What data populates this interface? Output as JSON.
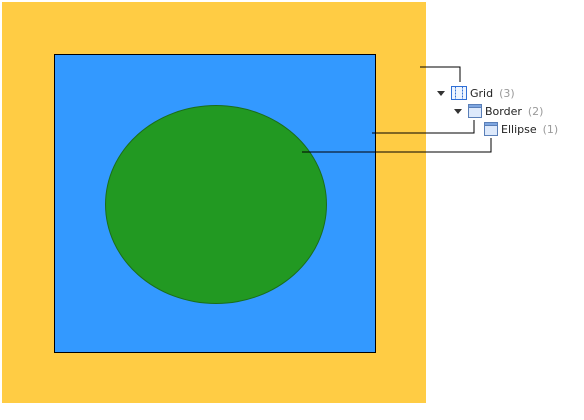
{
  "colors": {
    "grid": "#FFCC44",
    "border": "#3399FF",
    "ellipse": "#229922",
    "connector": "#000000"
  },
  "tree": {
    "grid": {
      "label": "Grid",
      "count": "(3)",
      "icon": "grid-icon"
    },
    "border": {
      "label": "Border",
      "count": "(2)",
      "icon": "border-icon"
    },
    "ellipse": {
      "label": "Ellipse",
      "count": "(1)",
      "icon": "ellipse-icon"
    }
  }
}
